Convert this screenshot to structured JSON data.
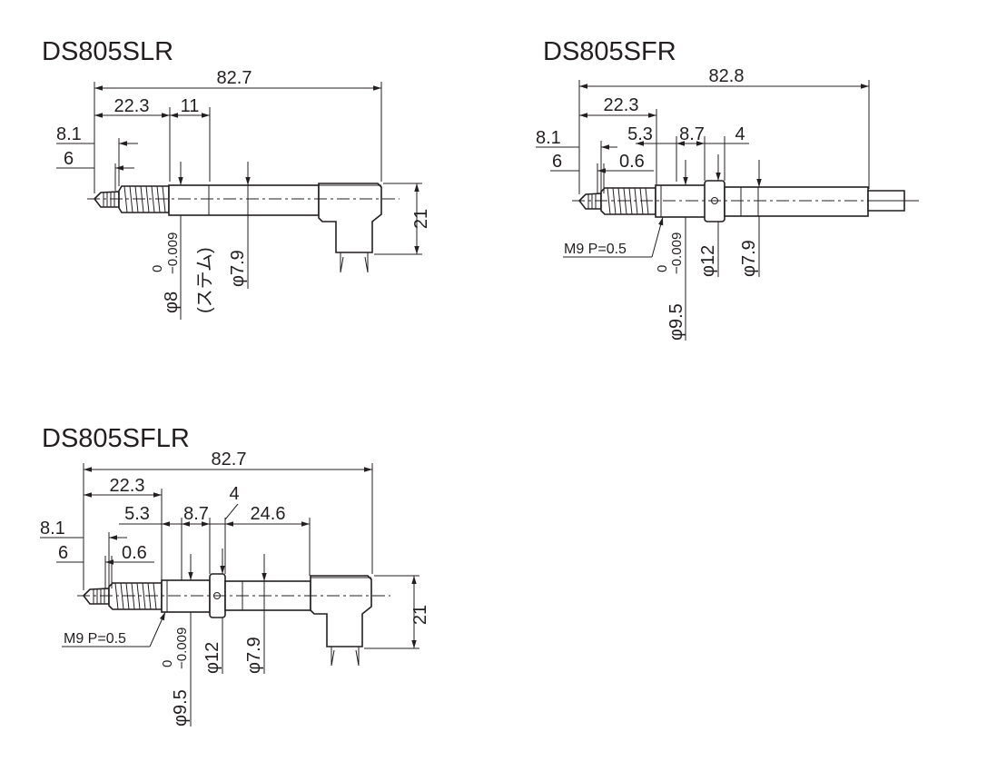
{
  "drawings": [
    {
      "title": "DS805SLR",
      "dims": {
        "overall": "82.7",
        "d22_3": "22.3",
        "d11": "11",
        "d8_1": "8.1",
        "d6": "6",
        "height": "21",
        "stem_dia": "φ8",
        "tol_upper": "0",
        "tol_lower": "−0.009",
        "stem_note": "(ステム)",
        "dia_7_9": "φ7.9"
      }
    },
    {
      "title": "DS805SFR",
      "dims": {
        "overall": "82.8",
        "d22_3": "22.3",
        "d5_3": "5.3",
        "d8_7": "8.7",
        "d4": "4",
        "d8_1": "8.1",
        "d6": "6",
        "d0_6": "0.6",
        "thread": "M9 P=0.5",
        "tol_upper": "0",
        "tol_lower": "−0.009",
        "dia_9_5": "φ9.5",
        "dia_12": "φ12",
        "dia_7_9": "φ7.9"
      }
    },
    {
      "title": "DS805SFLR",
      "dims": {
        "overall": "82.7",
        "d22_3": "22.3",
        "d5_3": "5.3",
        "d8_7": "8.7",
        "d4": "4",
        "d24_6": "24.6",
        "d8_1": "8.1",
        "d6": "6",
        "d0_6": "0.6",
        "height": "21",
        "thread": "M9 P=0.5",
        "tol_upper": "0",
        "tol_lower": "−0.009",
        "dia_9_5": "φ9.5",
        "dia_12": "φ12",
        "dia_7_9": "φ7.9"
      }
    }
  ]
}
